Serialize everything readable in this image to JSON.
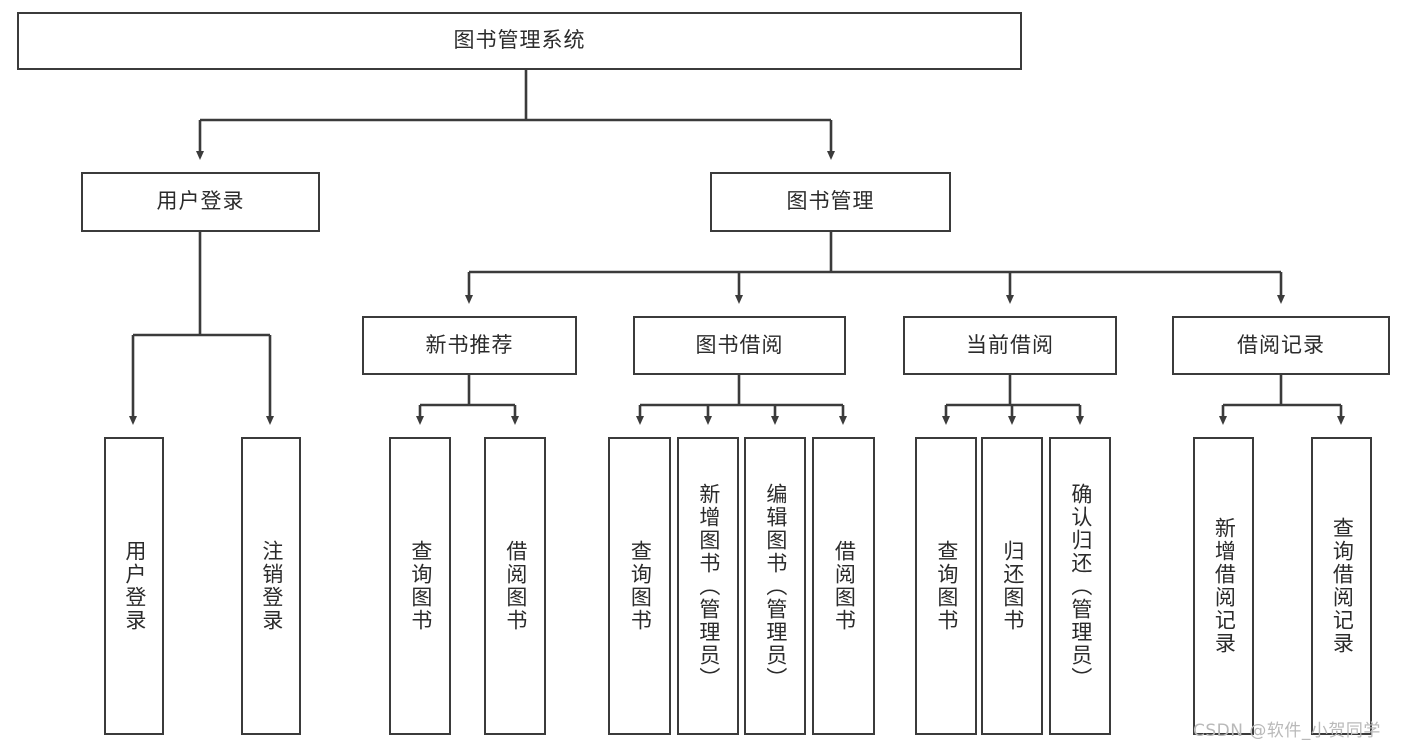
{
  "diagram": {
    "title": "图书管理系统",
    "type": "tree-hierarchy-diagram",
    "background_color": "#ffffff",
    "line_color": "#3b3b3b",
    "text_color": "#2b2b2b",
    "root": {
      "label": "图书管理系统"
    },
    "level2": [
      {
        "id": "user-login",
        "label": "用户登录"
      },
      {
        "id": "book-manage",
        "label": "图书管理"
      }
    ],
    "level3": [
      {
        "id": "new-book-recommend",
        "label": "新书推荐",
        "parent": "book-manage"
      },
      {
        "id": "book-borrow",
        "label": "图书借阅",
        "parent": "book-manage"
      },
      {
        "id": "current-borrow",
        "label": "当前借阅",
        "parent": "book-manage"
      },
      {
        "id": "borrow-record",
        "label": "借阅记录",
        "parent": "book-manage"
      }
    ],
    "leaves": {
      "user-login": [
        {
          "id": "leaf-user-login",
          "label": "用户登录"
        },
        {
          "id": "leaf-user-logout",
          "label": "注销登录"
        }
      ],
      "new-book-recommend": [
        {
          "id": "leaf-query-book-1",
          "label": "查询图书"
        },
        {
          "id": "leaf-borrow-book-1",
          "label": "借阅图书"
        }
      ],
      "book-borrow": [
        {
          "id": "leaf-query-book-2",
          "label": "查询图书"
        },
        {
          "id": "leaf-add-book",
          "label": "新增图书（管理员）"
        },
        {
          "id": "leaf-edit-book",
          "label": "编辑图书（管理员）"
        },
        {
          "id": "leaf-borrow-book-2",
          "label": "借阅图书"
        }
      ],
      "current-borrow": [
        {
          "id": "leaf-query-book-3",
          "label": "查询图书"
        },
        {
          "id": "leaf-return-book",
          "label": "归还图书"
        },
        {
          "id": "leaf-confirm-return",
          "label": "确认归还（管理员）"
        }
      ],
      "borrow-record": [
        {
          "id": "leaf-add-record",
          "label": "新增借阅记录"
        },
        {
          "id": "leaf-query-record",
          "label": "查询借阅记录"
        }
      ]
    }
  },
  "watermark": {
    "text": "CSDN @软件_小贺同学"
  }
}
